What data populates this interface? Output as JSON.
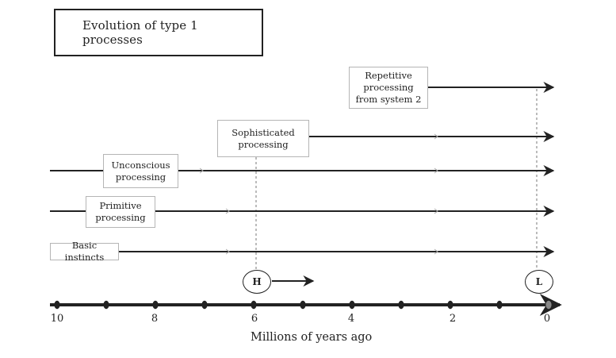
{
  "title": "Evolution of type 1 processes",
  "processes": [
    {
      "key": "repetitive",
      "label": "Repetitive processing from system 2"
    },
    {
      "key": "sophisticated",
      "label": "Sophisticated processing"
    },
    {
      "key": "unconscious",
      "label": "Unconscious processing"
    },
    {
      "key": "primitive",
      "label": "Primitive processing"
    },
    {
      "key": "basic",
      "label": "Basic instincts"
    }
  ],
  "markers": {
    "h": "H",
    "l": "L"
  },
  "axis": {
    "title": "Millions of years ago",
    "ticks": [
      "10",
      "8",
      "6",
      "4",
      "2",
      "0"
    ]
  }
}
